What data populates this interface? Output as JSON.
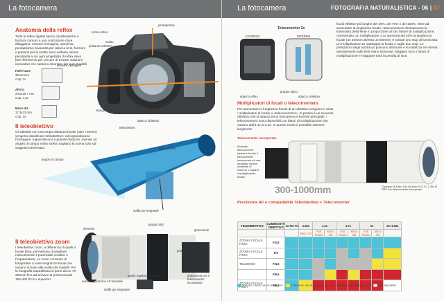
{
  "left": {
    "header": "La fotocamera",
    "sec1_title": "Anatomia della reflex",
    "sec1_text": "Tutte le reflex digitali hanno caratteristiche e funzioni comuni a una costruzione dove alloggiano: sensore immagine, specchio, pentaprisma, baionetta per attacco lenti, funzioni e pulsanti per lo scatto sono soltanto alcune peculiarità a cui ogni progettista di reflex deve fare riferimento per cercare di trovare soluzioni innovative che saranno sinonimo per quei modelli.",
    "cam_labels": [
      "pentaprisma",
      "mirino ottico",
      "scatto",
      "pulsante selettore",
      "specchio",
      "lenti",
      "attacco obiettivo",
      "sensore immagine",
      "impugnatura"
    ],
    "sensors_title": "sensore immagine",
    "sensors": [
      {
        "name": "Full-Frame",
        "size": "36x24 mm",
        "crop": "crop: 1x"
      },
      {
        "name": "APS-C",
        "size": "23,5x15,7 mm",
        "crop": "crop: 1,5x"
      },
      {
        "name": "Micro 4/3",
        "size": "17,3x13 mm",
        "crop": "crop: 2x"
      }
    ],
    "sec2_title": "Il teleobiettivo",
    "sec2_text": "Gli obiettivi con una ampia distanza focale (oltre i 50mm) vengono classificati «teleobiettivi» ed ingrandiscono l'immagine. Ingrandiscono e grande distanza. Avendo un angolo di campo molto stretto riagliano la scena solo sul soggetto interessato.",
    "tele_labels": [
      "elementi lenti",
      "angolo di campo",
      "teleobiettivo",
      "staffa per treppiede"
    ],
    "sec3_title": "Il teleobiettivo zoom",
    "sec3_text": "I teleobiettivi zoom, a differenza di quelli a focale fissa, permettono di ampliare notevolmente il potenziale creativo e l'inquadratura. Lo zoom consente di fotografare a varie lunghezze focali che variano in base alle scelte dei modelli. Per la fotografia naturalistica si parte da un 70-200mm fino ad arrivare al professionale 150-400 f/4.5 o superiori.",
    "zoom_labels": [
      "elementi",
      "gruppi ottici",
      "ghiera lenti",
      "pulsante",
      "anello regolazione AF manuale",
      "anello regolazione focale",
      "staffa per treppiede",
      "ghiera lenti per il teleconverter incorporato"
    ]
  },
  "right": {
    "header": "La fotocamera",
    "section": "FOTOGRAFIA NATURALISTICA",
    "issue": "06",
    "page": "07",
    "tc_title": "Teleconverter 2x",
    "tc_labels": [
      "ESTERNO",
      "INTERNO",
      "attacco reflex",
      "gruppo ottico",
      "attacco obiettivo"
    ],
    "body_text": "focali effettive più lunghe del 40%, del 70% e del 100%. Oltre ad aumentare la lunghezza focale i teleconverters diminuiscono la luminosità della lente in proporzione al loro fattore di moltiplicazione. Ad esempio, un moltiplicatore 1.4x aumenta del 40% la lunghezza focale (un 400mm diventa un 560mm) e sottrae uno stop di luminosità. Un moltiplicatore 2x raddoppia la focale e toglie due stop. Le prestazioni degli autofocus possono diminuire e la nitidezza ne risente, specialmente sulle lenti meno luminose. Maggiori sono i fattori di moltiplicazione e maggiore sarà la perdita di luce.",
    "mult_title": "Moltiplicatori di focali o teleconverters",
    "mult_text": "Per aumentare la lunghezza focale di un obiettivo vengono in aiuto i moltiplicatori di focale o «teleconverters». In pratica è un secondo obiettivo che si attacca tra la fotocamera e la lente principale. I teleconverters sono disponibili con fattori di moltiplicazione che variano dall'1.4x al 2.0x. In questo modo è possibile ottenere lunghezze",
    "inc_title": "Teleconverter incorporato",
    "inc_text": "Mostrato teleconverter; fattore è fornito il teleconverter incorporato ed una semplice levetta consente di inserirlo o togliere il moltiplicatore focale.",
    "range": "300-1000mm",
    "lens_caption": "Olympus M.Zuiko 150-400mm f/4.5 TC 1.25x IS PRO con teleconverter incorporato",
    "table_title": "Precisione AF e compatibilità Teleobiettivo + Teleconverter",
    "table_head": [
      "TELEOBIETTIVO",
      "LUMINOSITÀ OBIETTIVO",
      "1x NO TC",
      "1.25x",
      "1.4x",
      "1.7x",
      "2x",
      "2x+1.25x"
    ],
    "table_sub": [
      "",
      "",
      "",
      "Micro 4/3",
      "Full Frame",
      "Micro 4/3",
      "Full Frame",
      "Micro 4/3",
      "Full Frame",
      "Micro 4/3"
    ],
    "table_rows": [
      {
        "label": "ZOOM E FOCALE FISSA",
        "f": "F/2.8"
      },
      {
        "label": "ZOOM E FOCALE FISSA",
        "f": "F/4"
      },
      {
        "label": "TELEZOOM",
        "f": "F/4.5"
      },
      {
        "label": "",
        "f": "F/5.6"
      },
      {
        "label": "ZOOM E FOCALE FISSA",
        "f": "F/6.3"
      }
    ],
    "legend": [
      "Mancato o lento calo di prestazioni",
      "Il rilevatore calo di prestazioni",
      "Significativo calo di prestazioni",
      "Non disponibile"
    ],
    "colors": {
      "blue": "#4cc3d6",
      "grey": "#bcbcb8",
      "yellow": "#f1e33c",
      "red": "#d2242b",
      "accent": "#d6402a"
    }
  }
}
